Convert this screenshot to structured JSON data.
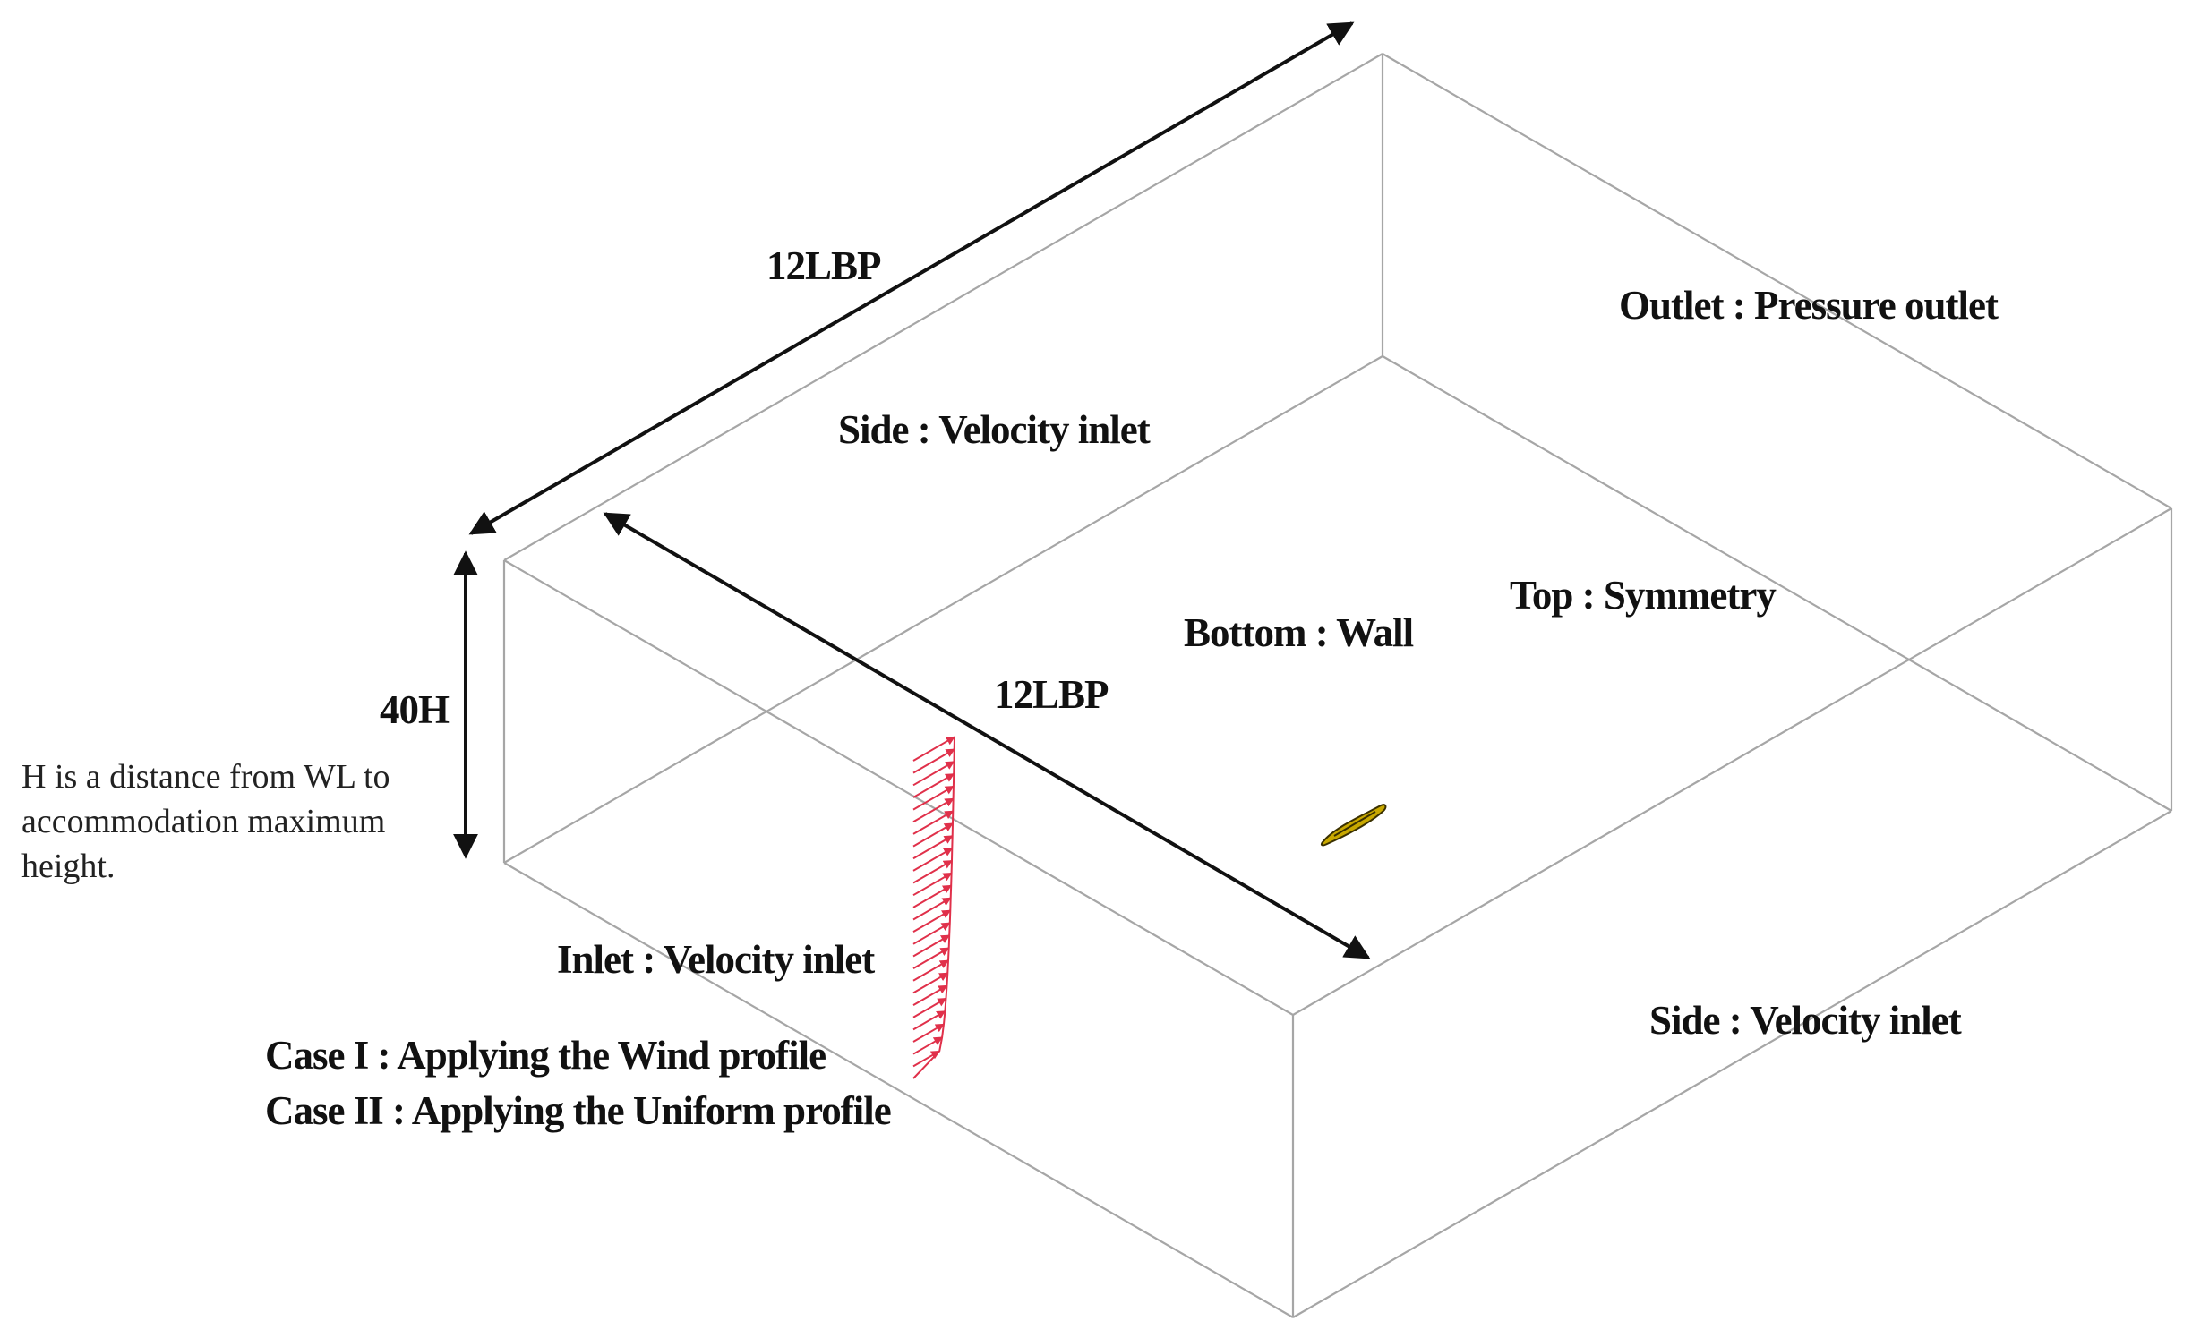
{
  "dimensions": {
    "length_top": "12LBP",
    "length_diag": "12LBP",
    "height": "40H"
  },
  "boundaries": {
    "outlet": "Outlet : Pressure outlet",
    "side_back": "Side : Velocity inlet",
    "top": "Top : Symmetry",
    "bottom": "Bottom : Wall",
    "inlet": "Inlet : Velocity inlet",
    "side_front": "Side : Velocity inlet"
  },
  "note": {
    "line1": "H is a distance from WL to",
    "line2": "accommodation maximum",
    "line3": "height."
  },
  "cases": {
    "case1": "Case I : Applying the Wind profile",
    "case2": "Case II : Applying the Uniform profile"
  },
  "colors": {
    "edges": "#a6a6a6",
    "dimension_arrows": "#111111",
    "profile": "#e0304a",
    "ship": "#c8a800"
  }
}
